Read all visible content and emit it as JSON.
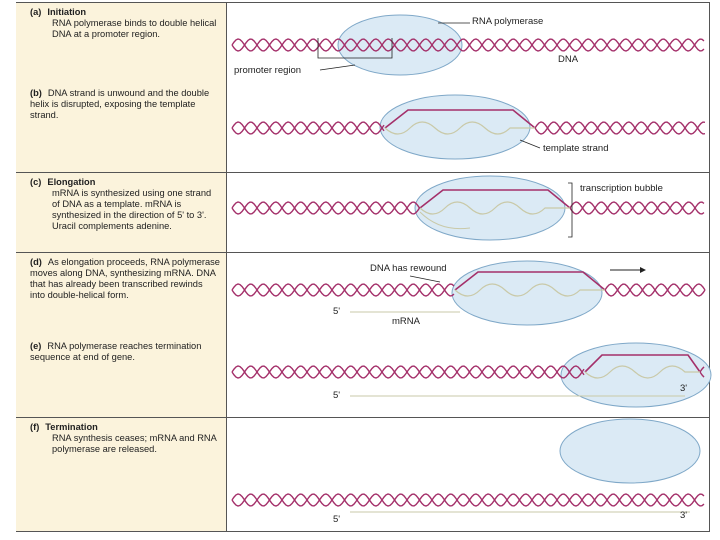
{
  "panels": [
    {
      "label": "(a)",
      "heading": "Initiation",
      "body": "RNA polymerase binds to double helical DNA at a promoter region."
    },
    {
      "label": "(b)",
      "heading": "",
      "body": "DNA strand is unwound and the double helix is disrupted, exposing the template strand."
    },
    {
      "label": "(c)",
      "heading": "Elongation",
      "body": "mRNA is synthesized using one strand of DNA as a template. mRNA is synthesized in the direction of 5' to 3'. Uracil complements adenine."
    },
    {
      "label": "(d)",
      "heading": "",
      "body": "As elongation proceeds, RNA polymerase moves along DNA, synthesizing mRNA. DNA that has already been transcribed rewinds into double-helical form."
    },
    {
      "label": "(e)",
      "heading": "",
      "body": "RNA polymerase reaches termination sequence at end of gene."
    },
    {
      "label": "(f)",
      "heading": "Termination",
      "body": "RNA synthesis ceases; mRNA and RNA polymerase are released."
    }
  ],
  "labels": {
    "rna_polymerase": "RNA polymerase",
    "dna": "DNA",
    "promoter_region": "promoter region",
    "template_strand": "template strand",
    "transcription_bubble": "transcription bubble",
    "dna_rewound": "DNA has rewound",
    "mrna": "mRNA",
    "five_prime": "5'",
    "three_prime": "3'"
  },
  "colors": {
    "dna": "#a4306a",
    "enzyme_fill": "#dbeaf5",
    "enzyme_stroke": "#7fa8c8",
    "mrna": "#c9c9a8",
    "panel_bg": "#fbf3dc"
  }
}
